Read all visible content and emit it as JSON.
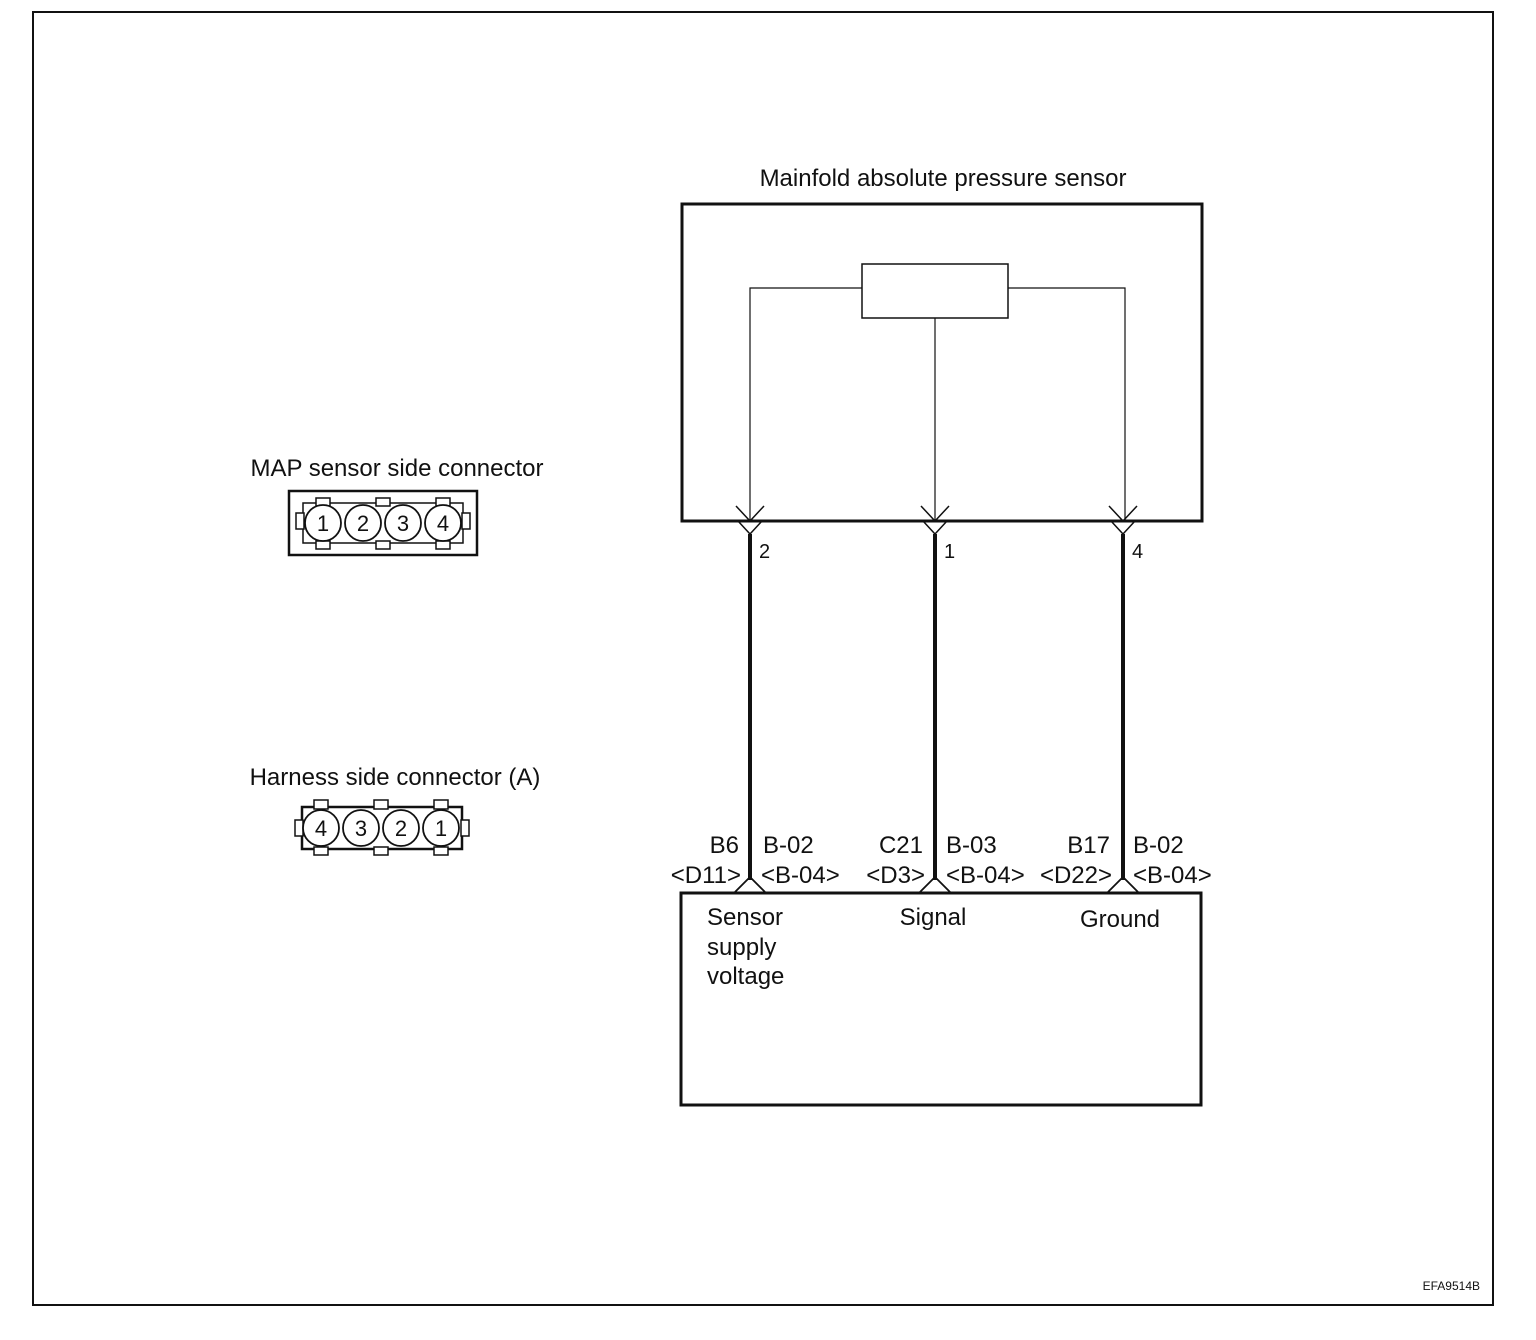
{
  "diagram": {
    "sensor_title": "Mainfold absolute pressure sensor",
    "map_connector_label": "MAP sensor side connector",
    "map_connector_pins": [
      "1",
      "2",
      "3",
      "4"
    ],
    "harness_connector_label": "Harness side connector (A)",
    "harness_connector_pins": [
      "4",
      "3",
      "2",
      "1"
    ],
    "wires": [
      {
        "sensor_pin": "2",
        "terminal": "B6",
        "terminal_alt": "<D11>",
        "connector": "B-02",
        "connector_alt": "<B-04>",
        "function_lines": [
          "Sensor",
          "supply",
          "voltage"
        ]
      },
      {
        "sensor_pin": "1",
        "terminal": "C21",
        "terminal_alt": "<D3>",
        "connector": "B-03",
        "connector_alt": "<B-04>",
        "function_lines": [
          "Signal"
        ]
      },
      {
        "sensor_pin": "4",
        "terminal": "B17",
        "terminal_alt": "<D22>",
        "connector": "B-02",
        "connector_alt": "<B-04>",
        "function_lines": [
          "Ground"
        ]
      }
    ],
    "figure_code": "EFA9514B",
    "colors": {
      "line": "#111111",
      "background": "#ffffff"
    }
  }
}
